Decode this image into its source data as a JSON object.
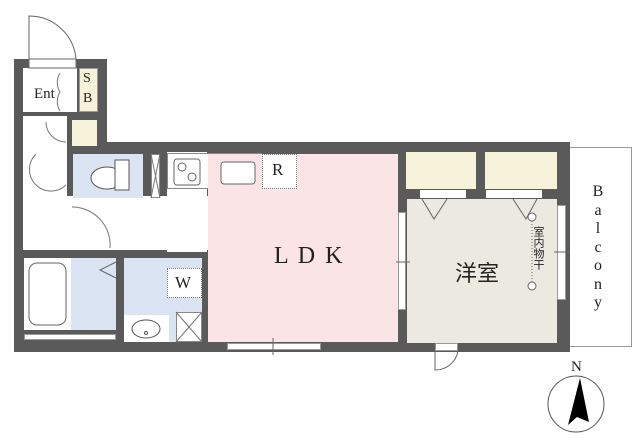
{
  "floorplan": {
    "rooms": {
      "entrance": {
        "label": "Ent"
      },
      "shoe_box": {
        "label_top": "S",
        "label_bottom": "B"
      },
      "ldk": {
        "label": "L D K"
      },
      "refrigerator": {
        "label": "R"
      },
      "washer": {
        "label": "W"
      },
      "western_room": {
        "label": "洋室"
      },
      "indoor_drying": {
        "label": "室内物干"
      },
      "balcony": {
        "label": "Balcony",
        "letters": [
          "B",
          "a",
          "l",
          "c",
          "o",
          "n",
          "y"
        ]
      }
    },
    "compass": {
      "label": "N"
    },
    "colors": {
      "wall": "#5a5a5a",
      "ldk_floor": "#fbe4e6",
      "western_floor": "#ece9e0",
      "wet_area": "#dbe4f2",
      "storage": "#f6f3da"
    }
  }
}
